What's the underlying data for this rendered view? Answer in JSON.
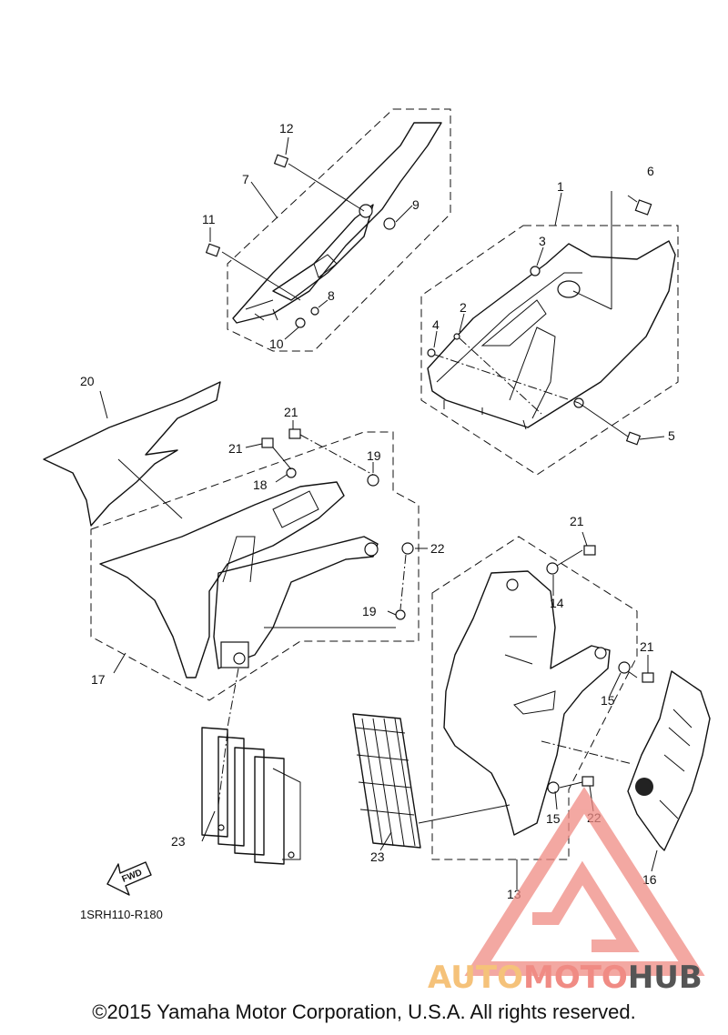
{
  "diagram": {
    "code": "1SRH110-R180",
    "fwd_label": "FWD",
    "callouts": [
      "1",
      "2",
      "3",
      "4",
      "5",
      "6",
      "7",
      "8",
      "9",
      "10",
      "11",
      "12",
      "13",
      "14",
      "15",
      "15",
      "16",
      "17",
      "18",
      "19",
      "19",
      "20",
      "21",
      "21",
      "21",
      "21",
      "22",
      "22",
      "23",
      "23"
    ]
  },
  "watermark": {
    "part1": "AUTO",
    "part2": "MOTO",
    "part3": "HUB",
    "colors": {
      "auto": "#f5c27a",
      "moto": "#f08b84",
      "hub": "#555555",
      "triangle": "#f08b84"
    }
  },
  "footer": {
    "copyright": "©2015 Yamaha Motor Corporation, U.S.A. All rights reserved."
  }
}
